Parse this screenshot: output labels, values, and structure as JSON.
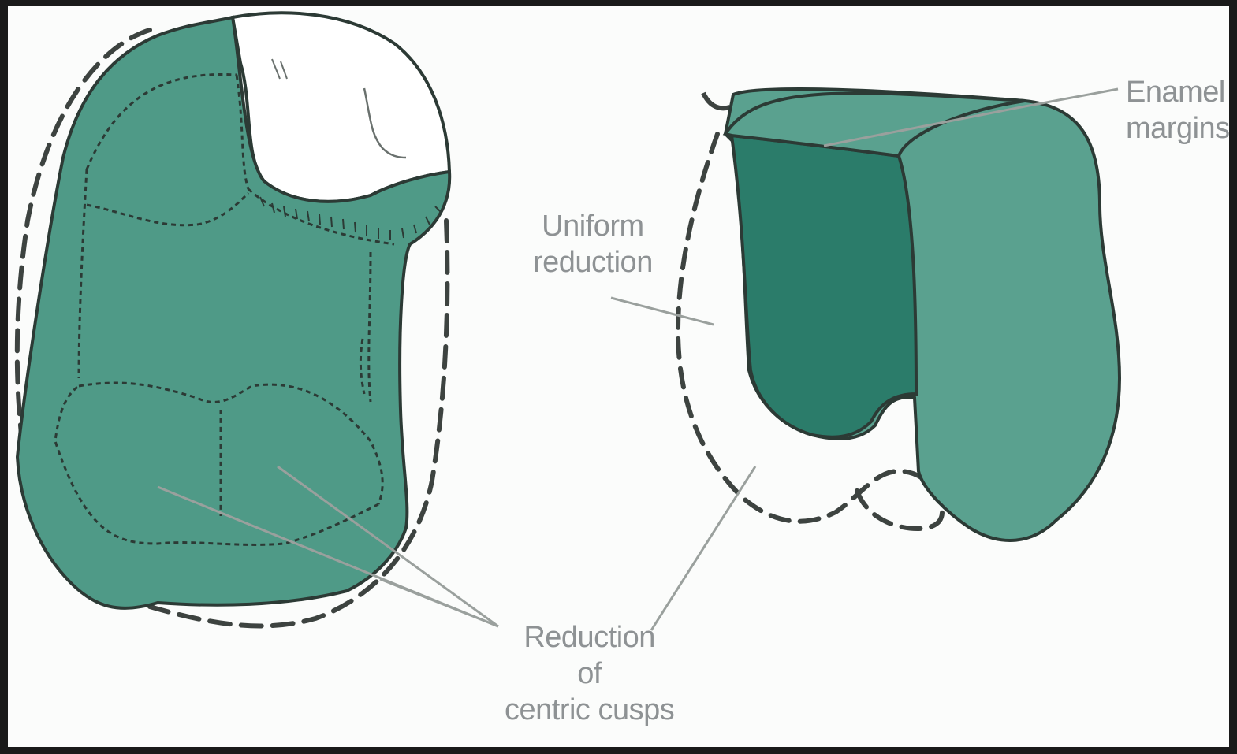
{
  "colors": {
    "tooth_fill": "#4f9a87",
    "tooth_dark_face": "#2b7c6a",
    "tooth_right_face": "#5aa18f",
    "outline": "#2c3a35",
    "dash": "#3d4340",
    "leader_line": "#9aa09d",
    "label_text": "#8e9294",
    "background": "#fbfcfb",
    "frame": "#1a1a1a"
  },
  "labels": {
    "enamel_margins": {
      "line1": "Enamel",
      "line2": "margins"
    },
    "uniform_reduction": {
      "line1": "Uniform",
      "line2": "reduction"
    },
    "reduction_of_centric_cusps": {
      "line1": "Reduction",
      "line2": "of",
      "line3": "centric cusps"
    }
  }
}
